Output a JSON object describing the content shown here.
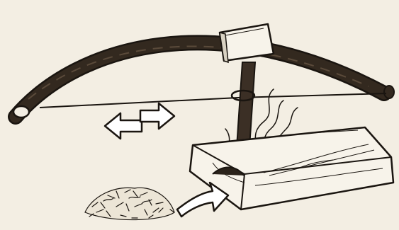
{
  "diagram": {
    "kind": "bow-drill-fire-starting-illustration",
    "style": "black-ink-line-drawing",
    "elements": [
      "bow",
      "bowstring",
      "handhold-block",
      "spindle",
      "fireboard",
      "notch",
      "tinder-bundle",
      "left-right-motion-arrows",
      "tinder-arrow",
      "smoke-wisps"
    ],
    "colors": {
      "paper": "#f3eee3",
      "ink": "#1a1510",
      "bow_wood": "#33291f",
      "spindle_wood": "#3b2f25",
      "block_fill": "#f7f3ea"
    }
  }
}
